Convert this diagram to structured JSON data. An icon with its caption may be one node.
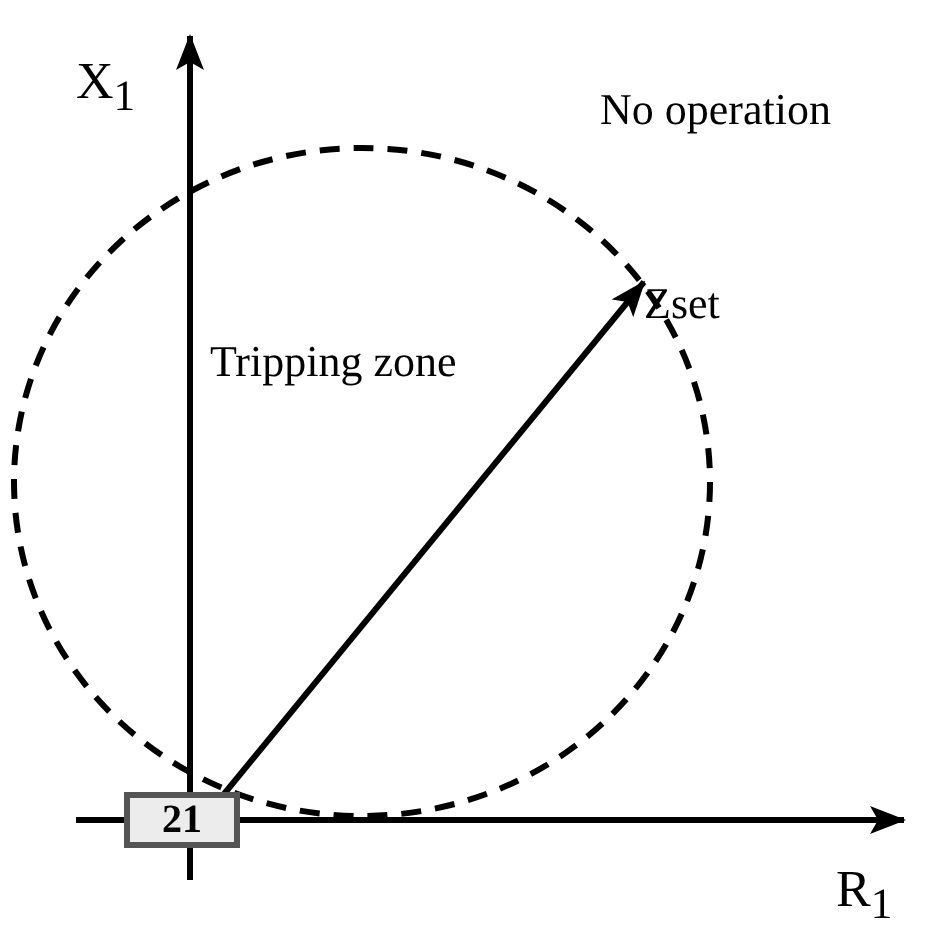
{
  "diagram": {
    "nodes": [
      {
        "text": [
          "21"
        ]
      },
      {
        "text": [
          "Zset"
        ]
      }
    ],
    "edges": [
      {
        "from": 0,
        "to": 1,
        "arrow": "to"
      }
    ],
    "labels": [
      "X$_{1}$",
      "No operation",
      "Tripping zone",
      "R$_{1}$"
    ]
  }
}
